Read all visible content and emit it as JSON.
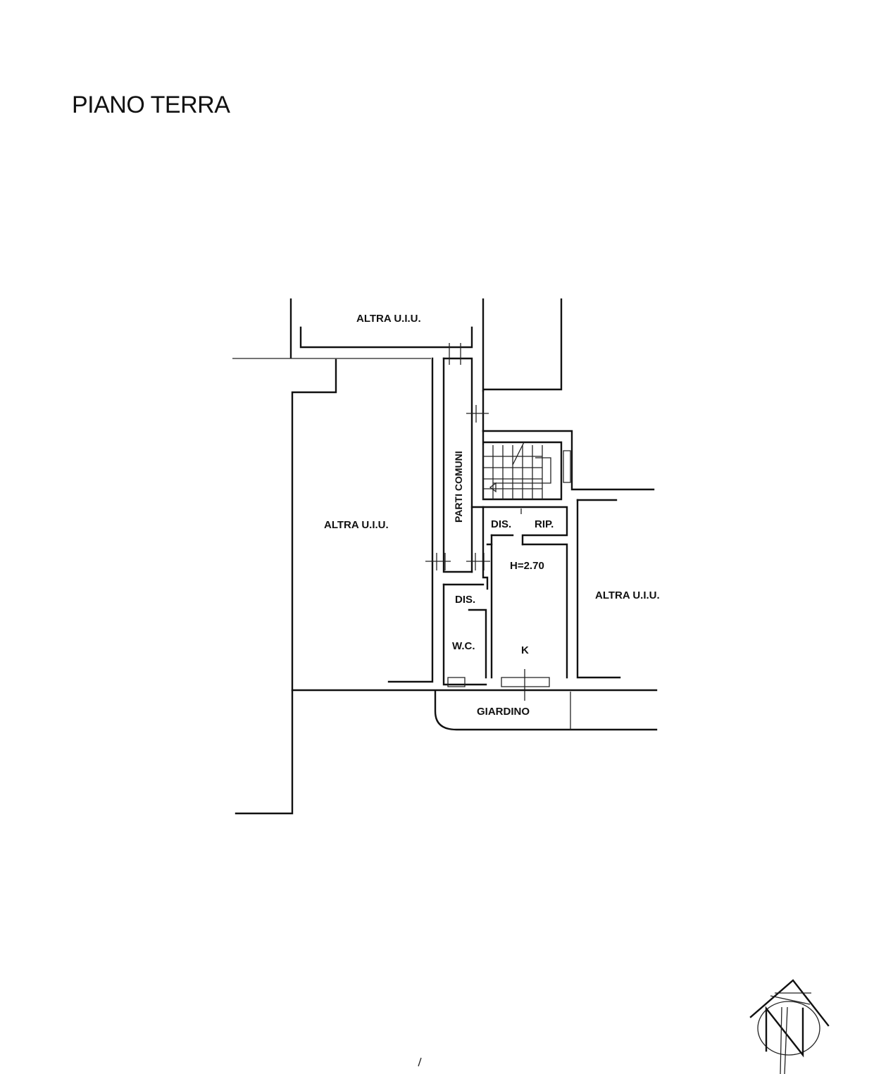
{
  "title": "PIANO TERRA",
  "labels": {
    "altra_top": "ALTRA U.I.U.",
    "altra_left": "ALTRA U.I.U.",
    "altra_right": "ALTRA U.I.U.",
    "parti_comuni": "PARTI COMUNI",
    "dis_upper": "DIS.",
    "rip": "RIP.",
    "height": "H=2.70",
    "dis_lower": "DIS.",
    "wc": "W.C.",
    "kitchen": "K",
    "giardino": "GIARDINO"
  },
  "north_arrow": {
    "icon": "north-arrow-icon",
    "letter": "N"
  }
}
